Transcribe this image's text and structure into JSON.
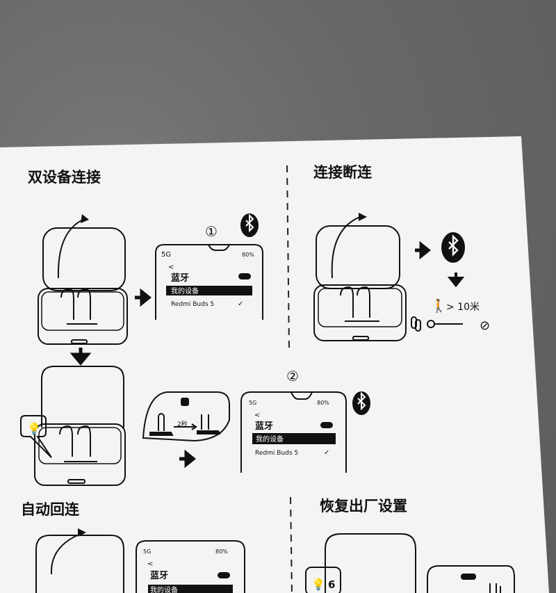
{
  "sections": {
    "dual": {
      "title": "双设备连接"
    },
    "disconnect": {
      "title": "连接断连",
      "distance": "> 10米"
    },
    "auto": {
      "title": "自动回连"
    },
    "reset": {
      "title": "恢复出厂设置",
      "count": "6"
    }
  },
  "steps": {
    "one": "①",
    "two": "②"
  },
  "phone": {
    "signal": "5G",
    "battery": "80%",
    "back": "<",
    "bt_label": "蓝牙",
    "my_devices": "我的设备",
    "device": "Redmi Buds 5",
    "check": "✓"
  },
  "press": {
    "duration": "2秒"
  },
  "colors": {
    "paper": "#f4f4f2",
    "ink": "#111111",
    "fabric": "#6b6967"
  },
  "icons": [
    "bluetooth-icon",
    "arrow-right-icon",
    "arrow-down-icon",
    "lightbulb-icon",
    "walking-person-icon",
    "disconnected-icon",
    "link-icon",
    "power-icon"
  ]
}
